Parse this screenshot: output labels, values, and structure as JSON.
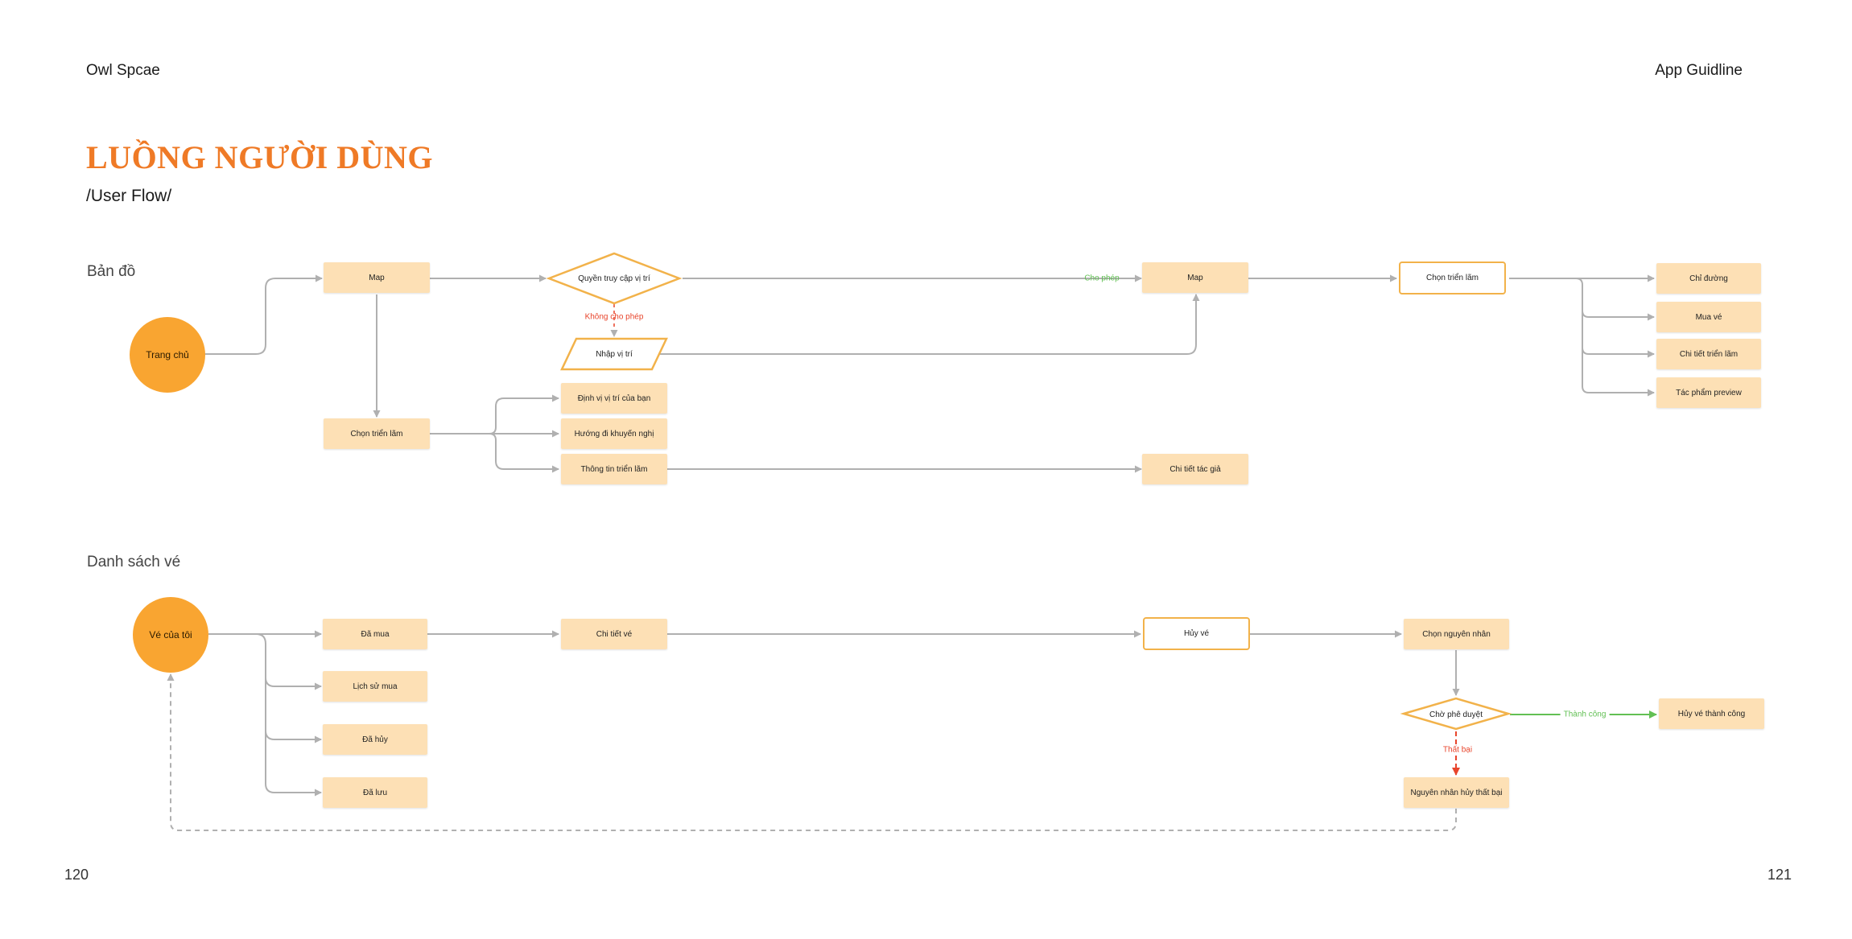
{
  "header": {
    "brand": "Owl Spcae",
    "doc": "App Guidline"
  },
  "title": "LUỒNG NGƯỜI DÙNG",
  "subtitle": "/User Flow/",
  "sections": {
    "map": "Bản đồ",
    "tickets": "Danh sách vé"
  },
  "pages": {
    "left": "120",
    "right": "121"
  },
  "colors": {
    "accent": "#ef7a26",
    "node_fill": "#fde0b5",
    "start_fill": "#f9a531",
    "edge": "#b0b0b0",
    "success": "#62c054",
    "failure": "#e8452c"
  },
  "map_flow": {
    "start": "Trang chủ",
    "map": "Map",
    "permission": "Quyền truy cập vị trí",
    "allow": "Cho phép",
    "deny": "Không cho phép",
    "enter_location": "Nhập vị trí",
    "map2": "Map",
    "choose_exhibition_outline": "Chọn triển lãm",
    "choose_exhibition": "Chọn triển lãm",
    "locate": "Định vị vị trí của bạn",
    "suggested_direction": "Hướng đi khuyến nghị",
    "exhibition_info": "Thông tin triển lãm",
    "author_detail": "Chi tiết tác giả",
    "directions": "Chỉ đường",
    "buy_ticket": "Mua vé",
    "exhibition_detail": "Chi tiết triển lãm",
    "artwork_preview": "Tác phẩm preview"
  },
  "ticket_flow": {
    "start": "Vé của tôi",
    "purchased": "Đã mua",
    "purchase_history": "Lịch sử mua",
    "cancelled": "Đã hủy",
    "saved": "Đã lưu",
    "ticket_detail": "Chi tiết vé",
    "cancel_ticket": "Hủy vé",
    "choose_reason": "Chọn nguyên nhân",
    "awaiting_approval": "Chờ phê duyệt",
    "success": "Thành công",
    "cancel_success": "Hủy vé thành công",
    "failure": "Thất bại",
    "cancel_failed_reason": "Nguyên nhân hủy thất bại"
  }
}
